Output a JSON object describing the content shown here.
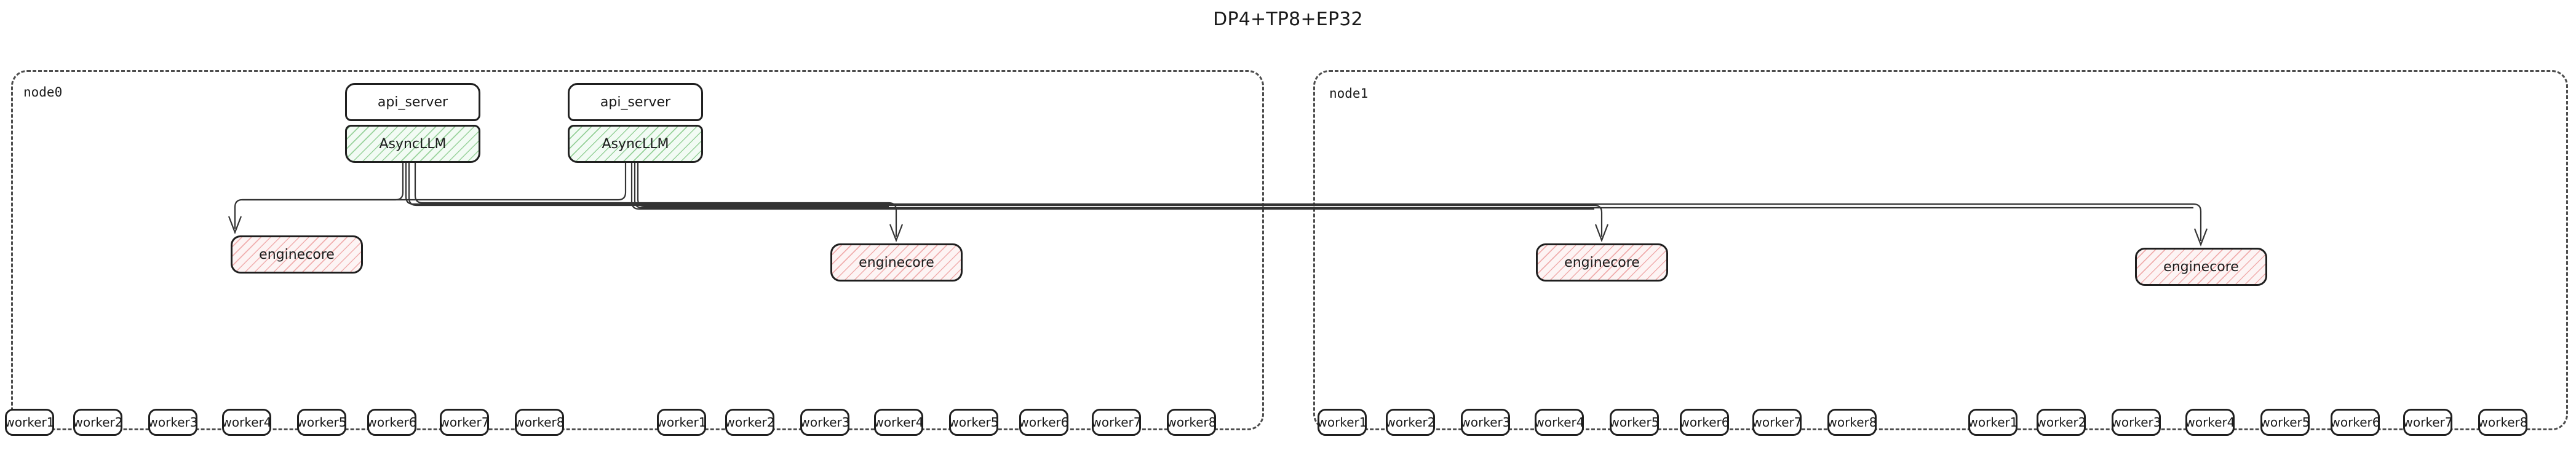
{
  "title": "DP4+TP8+EP32",
  "diagram": {
    "type": "architecture-block-diagram",
    "nodes": [
      {
        "id": "node0",
        "label": "node0",
        "api_servers": [
          {
            "label": "api_server",
            "engine_label": "AsyncLLM"
          },
          {
            "label": "api_server",
            "engine_label": "AsyncLLM"
          }
        ],
        "enginecores": [
          {
            "label": "enginecore"
          },
          {
            "label": "enginecore"
          }
        ],
        "worker_groups": [
          {
            "workers": [
              "worker1",
              "worker2",
              "worker3",
              "worker4",
              "worker5",
              "worker6",
              "worker7",
              "worker8"
            ]
          },
          {
            "workers": [
              "worker1",
              "worker2",
              "worker3",
              "worker4",
              "worker5",
              "worker6",
              "worker7",
              "worker8"
            ]
          }
        ]
      },
      {
        "id": "node1",
        "label": "node1",
        "api_servers": [],
        "enginecores": [
          {
            "label": "enginecore"
          },
          {
            "label": "enginecore"
          }
        ],
        "worker_groups": [
          {
            "workers": [
              "worker1",
              "worker2",
              "worker3",
              "worker4",
              "worker5",
              "worker6",
              "worker7",
              "worker8"
            ]
          },
          {
            "workers": [
              "worker1",
              "worker2",
              "worker3",
              "worker4",
              "worker5",
              "worker6",
              "worker7",
              "worker8"
            ]
          }
        ]
      }
    ],
    "colors": {
      "async_llm_hatch": "#4caf50",
      "enginecore_hatch": "#e57373",
      "box_border": "#1f1f1f",
      "panel_border": "#4d4d4d",
      "edge": "#333333",
      "text": "#1a1a1a"
    },
    "edge_count": 8
  }
}
